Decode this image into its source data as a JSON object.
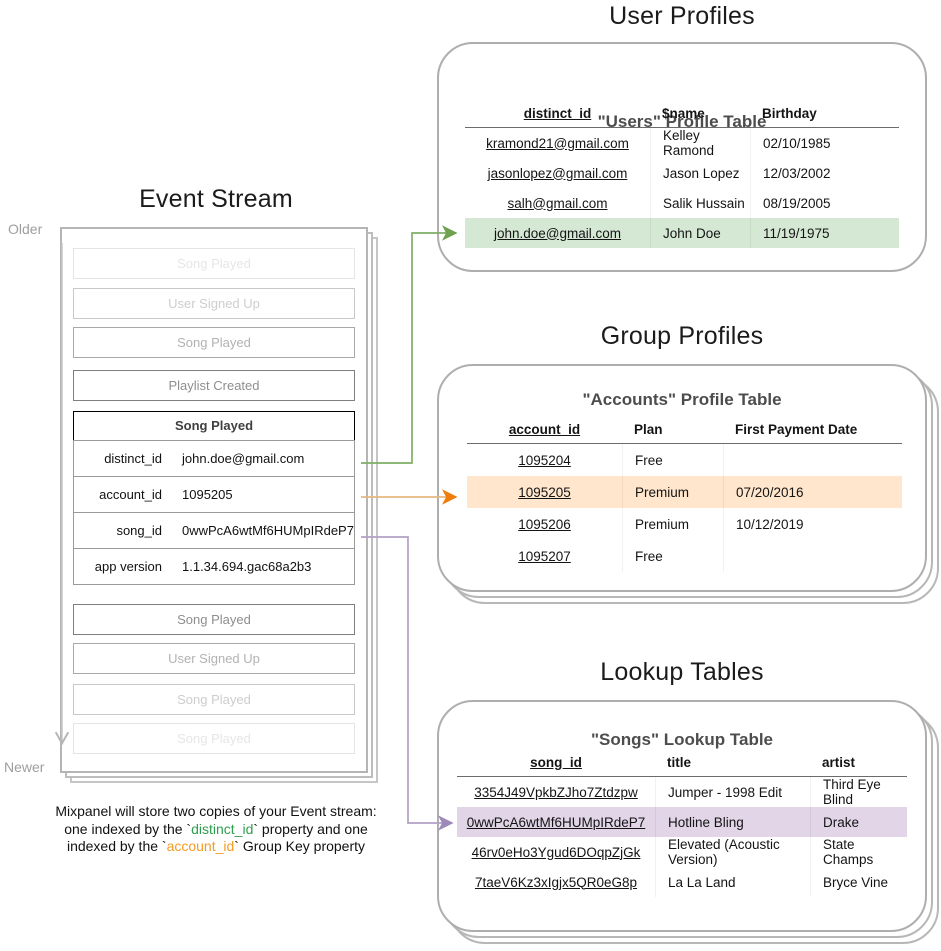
{
  "colors": {
    "green_fill": "#d5e8d4",
    "green_stroke": "#7fae65",
    "orange_fill": "#ffe6cc",
    "orange_stroke": "#e8b77f",
    "orange_head": "#ee7d0c",
    "purple_fill": "#e1d5e7",
    "purple_stroke": "#b2a1c5",
    "caption_green_text": "#2f9e4f",
    "caption_orange_text": "#f59b23",
    "card_border": "#aeaeae",
    "timeline_gray": "#c0c0c0"
  },
  "event_stream": {
    "title": "Event Stream",
    "older_label": "Older",
    "newer_label": "Newer",
    "events_before": [
      {
        "label": "Song Played"
      },
      {
        "label": "User Signed Up"
      },
      {
        "label": "Song Played"
      },
      {
        "label": "Playlist Created"
      }
    ],
    "active_event": {
      "name": "Song Played",
      "properties": [
        {
          "key": "distinct_id",
          "value": "john.doe@gmail.com",
          "highlight": "green"
        },
        {
          "key": "account_id",
          "value": "1095205",
          "highlight": "orange"
        },
        {
          "key": "song_id",
          "value": "0wwPcA6wtMf6HUMpIRdeP7",
          "highlight": "purple"
        },
        {
          "key": "app version",
          "value": "1.1.34.694.gac68a2b3",
          "highlight": "none"
        }
      ]
    },
    "events_after": [
      {
        "label": "Song Played"
      },
      {
        "label": "User Signed Up"
      },
      {
        "label": "Song Played"
      },
      {
        "label": "Song Played"
      }
    ]
  },
  "caption": {
    "line1": "Mixpanel will store two copies of your Event stream:",
    "line2_pre": "one indexed by the `",
    "line2_key": "distinct_id",
    "line2_post": "` property and one",
    "line3_pre": "indexed by the `",
    "line3_key": "account_id",
    "line3_post": "` Group Key property"
  },
  "user_profiles": {
    "section_title": "User Profiles",
    "table_title": "\"Users\" Profile Table",
    "columns": [
      "distinct_id",
      "$name",
      "Birthday"
    ],
    "rows": [
      [
        "kramond21@gmail.com",
        "Kelley Ramond",
        "02/10/1985"
      ],
      [
        "jasonlopez@gmail.com",
        "Jason Lopez",
        "12/03/2002"
      ],
      [
        "salh@gmail.com",
        "Salik Hussain",
        "08/19/2005"
      ],
      [
        "john.doe@gmail.com",
        "John Doe",
        "11/19/1975"
      ]
    ],
    "highlighted_row_index": 3
  },
  "group_profiles": {
    "section_title": "Group Profiles",
    "table_title": "\"Accounts\" Profile Table",
    "columns": [
      "account_id",
      "Plan",
      "First Payment Date"
    ],
    "rows": [
      [
        "1095204",
        "Free",
        ""
      ],
      [
        "1095205",
        "Premium",
        "07/20/2016"
      ],
      [
        "1095206",
        "Premium",
        "10/12/2019"
      ],
      [
        "1095207",
        "Free",
        ""
      ]
    ],
    "highlighted_row_index": 1
  },
  "lookup_tables": {
    "section_title": "Lookup Tables",
    "table_title": "\"Songs\" Lookup Table",
    "columns": [
      "song_id",
      "title",
      "artist"
    ],
    "rows": [
      [
        "3354J49VpkbZJho7Ztdzpw",
        "Jumper - 1998 Edit",
        "Third Eye Blind"
      ],
      [
        "0wwPcA6wtMf6HUMpIRdeP7",
        "Hotline Bling",
        "Drake"
      ],
      [
        "46rv0eHo3Ygud6DOqpZjGk",
        "Elevated (Acoustic Version)",
        "State Champs"
      ],
      [
        "7taeV6Kz3xIgjx5QR0eG8p",
        "La La Land",
        "Bryce Vine"
      ]
    ],
    "highlighted_row_index": 1
  }
}
